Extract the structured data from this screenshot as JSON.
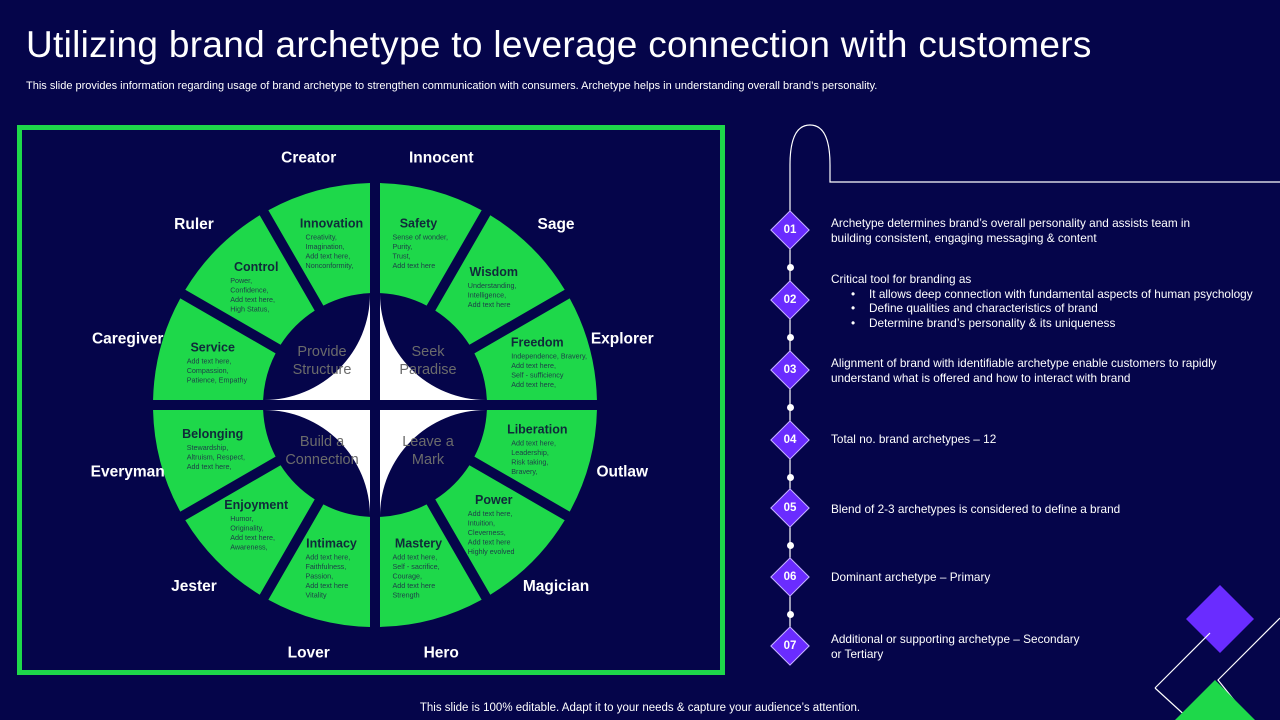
{
  "title": "Utilizing brand archetype to leverage connection with customers",
  "subtitle": "This slide provides information regarding usage of brand archetype to strengthen communication with consumers. Archetype helps in understanding overall brand’s personality.",
  "footer": "This slide is 100% editable. Adapt it to your needs & capture your audience’s attention.",
  "colors": {
    "background": "#05054a",
    "segment": "#1ed84a",
    "accent": "#6a2cff",
    "core": "#ffffff"
  },
  "wheel": {
    "core": [
      "Provide Structure",
      "Seek Paradise",
      "Build a Connection",
      "Leave a Mark"
    ],
    "segments": [
      {
        "archetype": "Innocent",
        "title": "Safety",
        "desc": [
          "Sense of wonder,",
          "Purity,",
          "Trust,",
          "Add text here"
        ]
      },
      {
        "archetype": "Sage",
        "title": "Wisdom",
        "desc": [
          "Understanding,",
          "Intelligence,",
          "Add text here"
        ]
      },
      {
        "archetype": "Explorer",
        "title": "Freedom",
        "desc": [
          "Independence,  Bravery,",
          "Add text here,",
          "Self - sufficiency",
          "Add text here,"
        ]
      },
      {
        "archetype": "Outlaw",
        "title": "Liberation",
        "desc": [
          "Add text here,",
          "Leadership,",
          "Risk taking,",
          "Bravery,"
        ]
      },
      {
        "archetype": "Magician",
        "title": "Power",
        "desc": [
          "Add text here,",
          "Intuition,",
          "Cleverness,",
          "Add text here",
          "Highly evolved"
        ]
      },
      {
        "archetype": "Hero",
        "title": "Mastery",
        "desc": [
          "Add text here,",
          "Self - sacrifice,",
          "Courage,",
          "Add text here",
          "Strength"
        ]
      },
      {
        "archetype": "Lover",
        "title": "Intimacy",
        "desc": [
          "Add text here,",
          "Faithfulness,",
          "Passion,",
          "Add text here",
          "Vitality"
        ]
      },
      {
        "archetype": "Jester",
        "title": "Enjoyment",
        "desc": [
          "Humor,",
          "Originality,",
          "Add text here,",
          "Awareness,"
        ]
      },
      {
        "archetype": "Everyman",
        "title": "Belonging",
        "desc": [
          "Stewardship,",
          "Altruism, Respect,",
          "Add text here,"
        ]
      },
      {
        "archetype": "Caregiver",
        "title": "Service",
        "desc": [
          "Add text here,",
          "Compassion,",
          "Patience,  Empathy"
        ]
      },
      {
        "archetype": "Ruler",
        "title": "Control",
        "desc": [
          "Power,",
          "Confidence,",
          "Add text here,",
          "High Status,"
        ]
      },
      {
        "archetype": "Creator",
        "title": "Innovation",
        "desc": [
          "Creativity,",
          "Imagination,",
          "Add text here,",
          "Nonconformity,"
        ]
      }
    ]
  },
  "steps": [
    {
      "num": "01",
      "text": [
        "Archetype determines brand’s overall personality and assists team in",
        "building consistent, engaging messaging & content"
      ]
    },
    {
      "num": "02",
      "text": [
        "Critical tool for branding as"
      ],
      "bullets": [
        "It allows deep connection with fundamental aspects of human psychology",
        "Define qualities and characteristics of brand",
        "Determine brand’s personality & its uniqueness"
      ]
    },
    {
      "num": "03",
      "text": [
        "Alignment of brand with identifiable archetype enable customers to rapidly",
        "understand what is offered and how to interact with brand"
      ]
    },
    {
      "num": "04",
      "text": [
        "Total no. brand archetypes – 12"
      ]
    },
    {
      "num": "05",
      "text": [
        "Blend of 2-3 archetypes is considered to define a brand"
      ]
    },
    {
      "num": "06",
      "text": [
        "Dominant archetype – Primary"
      ]
    },
    {
      "num": "07",
      "text": [
        "Additional or supporting archetype – Secondary",
        "or Tertiary"
      ]
    }
  ]
}
